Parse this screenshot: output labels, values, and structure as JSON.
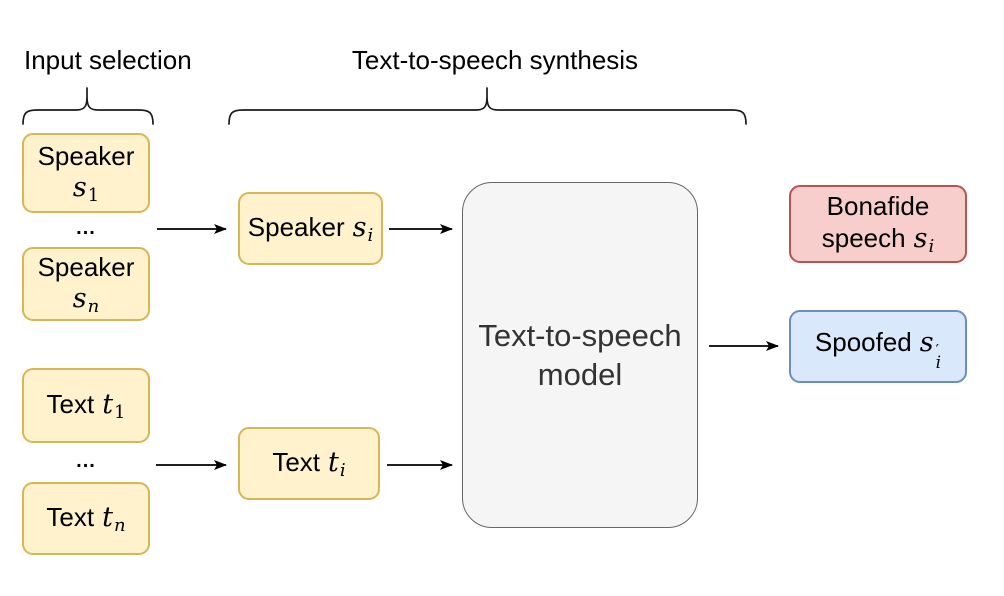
{
  "section_labels": {
    "input_selection": "Input selection",
    "tts_synthesis": "Text-to-speech synthesis"
  },
  "nodes": {
    "speaker_s1": {
      "label": "Speaker",
      "var": "s",
      "sub": "1"
    },
    "speaker_sn": {
      "label": "Speaker",
      "var": "s",
      "sub": "n"
    },
    "speaker_si": {
      "label": "Speaker",
      "var": "s",
      "sub": "i"
    },
    "text_t1": {
      "label": "Text",
      "var": "t",
      "sub": "1"
    },
    "text_tn": {
      "label": "Text",
      "var": "t",
      "sub": "n"
    },
    "text_ti": {
      "label": "Text",
      "var": "t",
      "sub": "i"
    },
    "model": {
      "line1": "Text-to-speech",
      "line2": "model"
    },
    "bonafide": {
      "line1": "Bonafide",
      "line2": "speech",
      "var": "s",
      "sub": "i"
    },
    "spoofed": {
      "label": "Spoofed",
      "var": "s",
      "prime": "′",
      "sub": "i"
    }
  },
  "ellipsis": "...",
  "colors": {
    "input_fill": "#FFF2CC",
    "input_border": "#D6B656",
    "model_fill": "#F5F5F5",
    "model_border": "#666666",
    "bonafide_fill": "#F8CECC",
    "bonafide_border": "#B85450",
    "spoofed_fill": "#DAE8FC",
    "spoofed_border": "#6C8EBF",
    "arrow": "#000000"
  }
}
